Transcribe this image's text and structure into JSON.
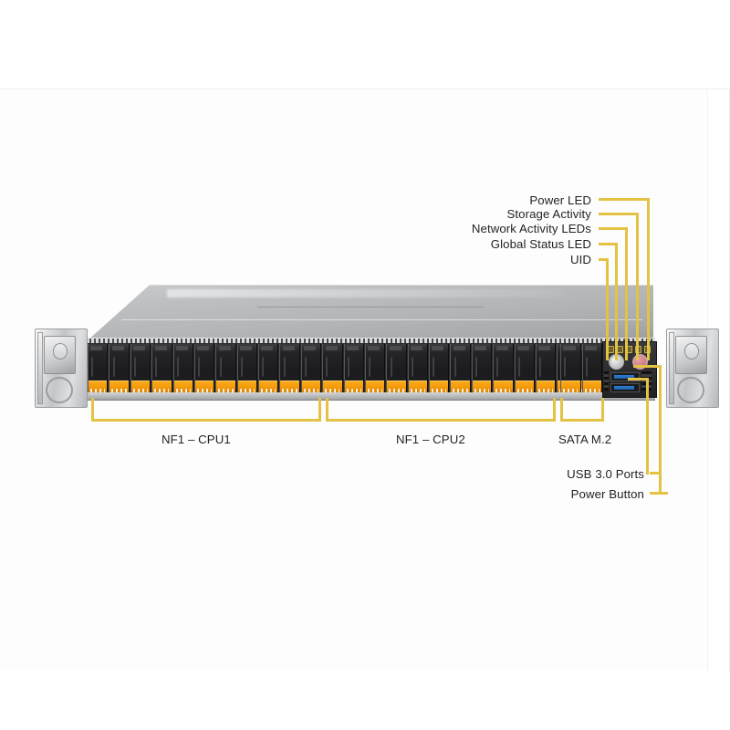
{
  "diagram": {
    "title": "Server Front Panel Diagram",
    "accent_color": "#e3c244",
    "drive_tab_color": "#f59c0b",
    "chassis_color": "#b3b5b7",
    "usb_port_color": "#2f7fd6"
  },
  "callouts": {
    "right_stack": [
      {
        "id": "power-led",
        "label": "Power LED"
      },
      {
        "id": "storage-activity",
        "label": "Storage Activity"
      },
      {
        "id": "network-activity-leds",
        "label": "Network Activity LEDs"
      },
      {
        "id": "global-status-led",
        "label": "Global Status LED"
      },
      {
        "id": "uid",
        "label": "UID"
      }
    ],
    "bottom_right": [
      {
        "id": "usb-3-0-ports",
        "label": "USB 3.0 Ports"
      },
      {
        "id": "power-button",
        "label": "Power Button"
      }
    ]
  },
  "brackets": [
    {
      "id": "nf1-cpu1",
      "label": "NF1 – CPU1"
    },
    {
      "id": "nf1-cpu2",
      "label": "NF1 – CPU2"
    },
    {
      "id": "sata-m2",
      "label": "SATA M.2"
    }
  ],
  "chassis": {
    "form_factor_note": "1U rack server front view",
    "drive_bay_count": 24,
    "small_bay_count": 2,
    "usb_port_count": 2,
    "led_count": 5,
    "buttons": [
      {
        "id": "reset-button",
        "name": "reset-button"
      },
      {
        "id": "power-button",
        "name": "power-button"
      }
    ]
  }
}
